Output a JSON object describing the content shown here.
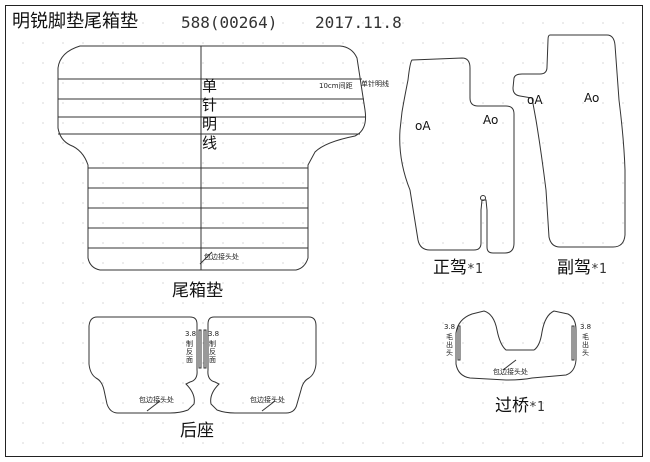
{
  "header": {
    "title": "明锐脚垫尾箱垫",
    "code": "588(00264)",
    "date": "2017.11.8"
  },
  "trunk": {
    "vertical_note": "单针明线",
    "spacing_note": "10cm间距",
    "stitch_note": "单针明线",
    "seam_note": "包边接头处",
    "label": "尾箱垫"
  },
  "driver": {
    "mark": "A",
    "label": "正驾",
    "count": "*1"
  },
  "passenger": {
    "mark": "A",
    "label": "副驾",
    "count": "*1"
  },
  "rear": {
    "left_note": "3.8",
    "left_note_text": "制反面",
    "right_note": "3.8",
    "right_note_text": "制反面",
    "seam_left": "包边接头处",
    "seam_right": "包边接头处",
    "label": "后座"
  },
  "bridge": {
    "left_note": "3.8",
    "left_note_text": "毛出头",
    "right_note": "3.8",
    "right_note_text": "毛出头",
    "seam_note": "包边接头处",
    "label": "过桥",
    "count": "*1"
  }
}
